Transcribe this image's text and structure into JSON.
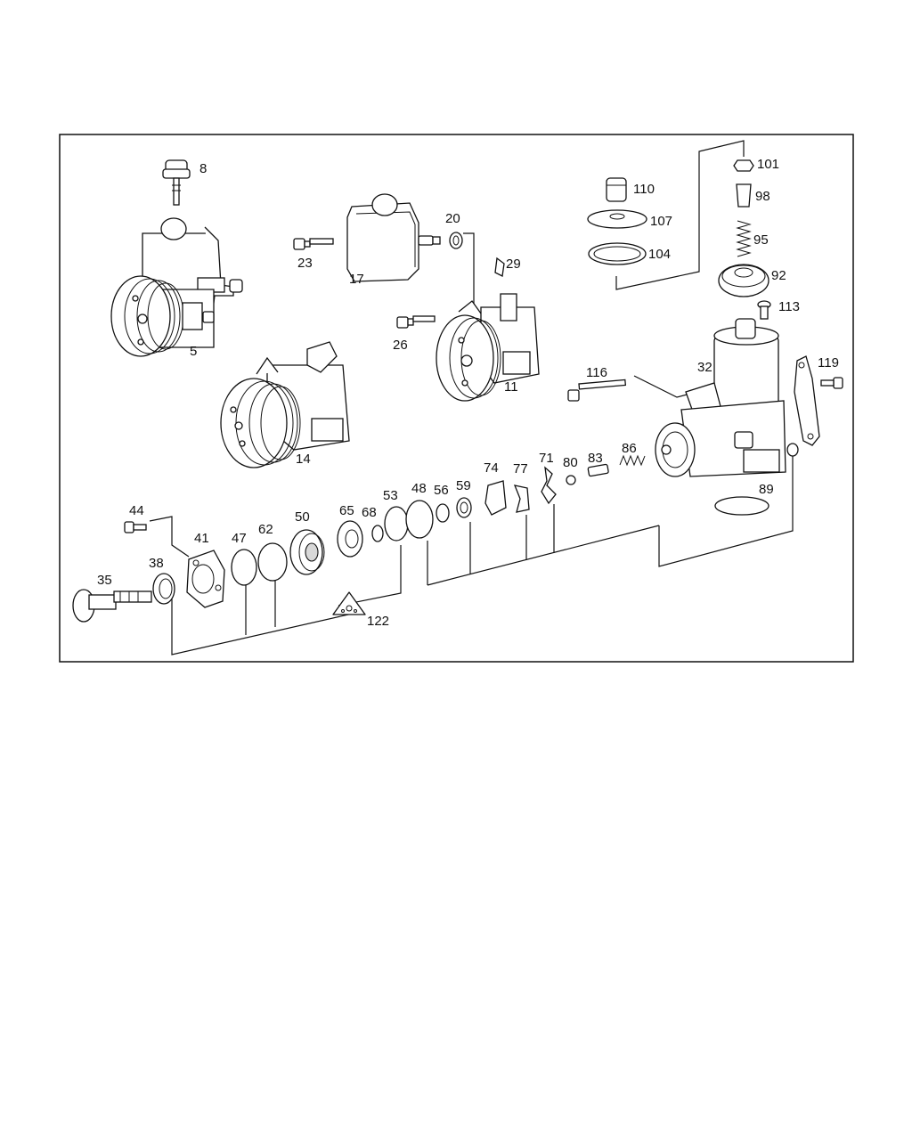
{
  "diagram": {
    "labels": {
      "p5": "5",
      "p8": "8",
      "p11": "11",
      "p14": "14",
      "p17": "17",
      "p20": "20",
      "p23": "23",
      "p26": "26",
      "p29": "29",
      "p32": "32",
      "p35": "35",
      "p38": "38",
      "p41": "41",
      "p44": "44",
      "p47": "47",
      "p48": "48",
      "p50": "50",
      "p53": "53",
      "p56": "56",
      "p59": "59",
      "p62": "62",
      "p65": "65",
      "p68": "68",
      "p71": "71",
      "p74": "74",
      "p77": "77",
      "p80": "80",
      "p83": "83",
      "p86": "86",
      "p89": "89",
      "p92": "92",
      "p95": "95",
      "p98": "98",
      "p101": "101",
      "p104": "104",
      "p107": "107",
      "p110": "110",
      "p113": "113",
      "p116": "116",
      "p119": "119",
      "p122": "122"
    }
  }
}
